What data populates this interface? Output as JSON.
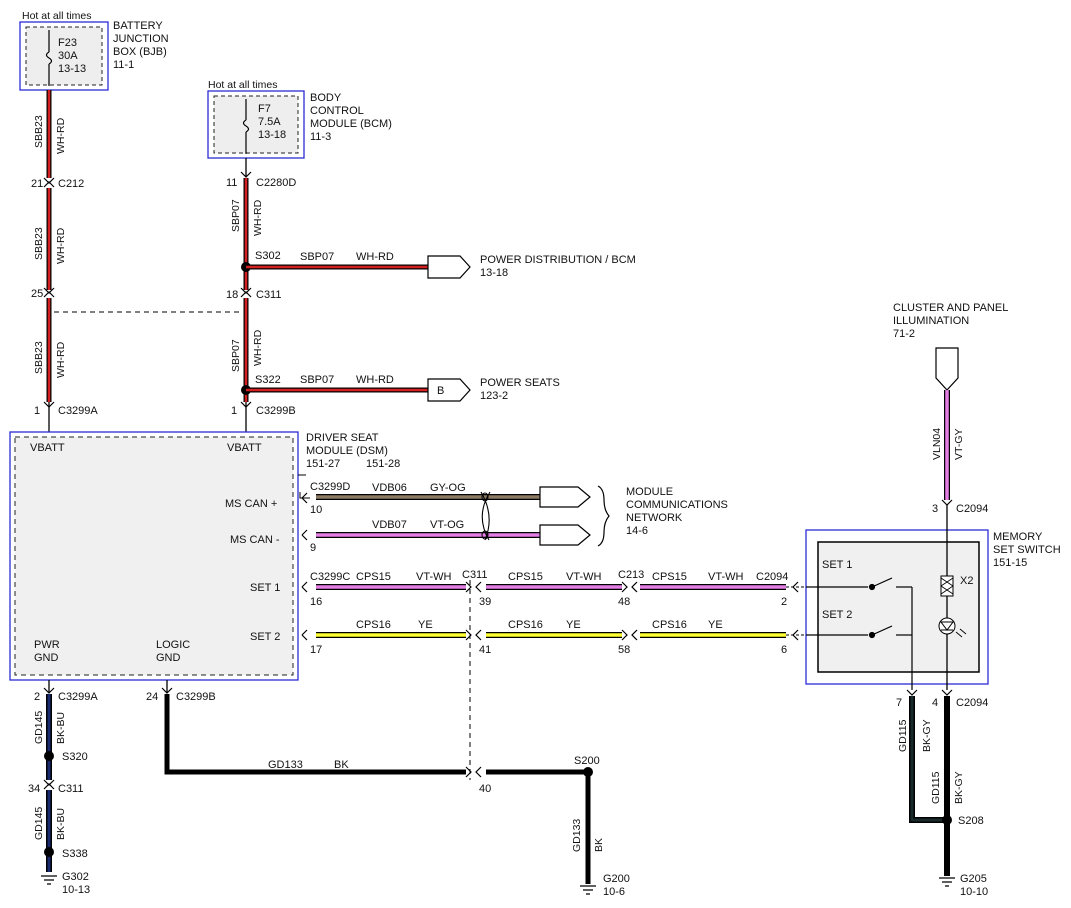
{
  "fuse_f23": {
    "hot": "Hot at all times",
    "name": "F23",
    "rating": "30A",
    "ref": "13-13",
    "module": [
      "BATTERY",
      "JUNCTION",
      "BOX (BJB)"
    ],
    "module_ref": "11-1"
  },
  "fuse_f7": {
    "hot": "Hot at all times",
    "name": "F7",
    "rating": "7.5A",
    "ref": "13-18",
    "module": [
      "BODY",
      "CONTROL",
      "MODULE (BCM)"
    ],
    "module_ref": "11-3"
  },
  "left_feed": {
    "seg1": {
      "circuit": "SBB23",
      "color": "WH-RD"
    },
    "c212": {
      "pin": "21",
      "name": "C212"
    },
    "seg2": {
      "circuit": "SBB23",
      "color": "WH-RD"
    },
    "c311": {
      "pin": "25"
    },
    "seg3": {
      "circuit": "SBB23",
      "color": "WH-RD"
    },
    "c3299a": {
      "pin": "1",
      "name": "C3299A"
    }
  },
  "bcm_feed": {
    "c2280d": {
      "pin": "11",
      "name": "C2280D"
    },
    "seg1": {
      "circuit": "SBP07",
      "color": "WH-RD"
    },
    "s302": {
      "name": "S302",
      "circuit": "SBP07",
      "color": "WH-RD"
    },
    "c311": {
      "pin": "18",
      "name": "C311"
    },
    "seg2": {
      "circuit": "SBP07",
      "color": "WH-RD"
    },
    "s322": {
      "name": "S322",
      "circuit": "SBP07",
      "color": "WH-RD"
    },
    "c3299b": {
      "pin": "1",
      "name": "C3299B"
    }
  },
  "dest_power_dist": {
    "name": "POWER DISTRIBUTION / BCM",
    "ref": "13-18"
  },
  "dest_power_seats": {
    "letter": "B",
    "name": "POWER SEATS",
    "ref": "123-2"
  },
  "dsm": {
    "title": [
      "DRIVER SEAT",
      "MODULE (DSM)"
    ],
    "refs": [
      "151-27",
      "151-28"
    ],
    "vbatt_left": "VBATT",
    "vbatt_right": "VBATT",
    "ms_can_plus": "MS CAN +",
    "ms_can_minus": "MS CAN -",
    "set1": "SET 1",
    "set2": "SET 2",
    "pwr_gnd": [
      "PWR",
      "GND"
    ],
    "logic_gnd": [
      "LOGIC",
      "GND"
    ]
  },
  "can": {
    "connector": "C3299D",
    "plus": {
      "pin": "10",
      "circuit": "VDB06",
      "color": "GY-OG"
    },
    "minus": {
      "pin": "9",
      "circuit": "VDB07",
      "color": "VT-OG"
    },
    "dest": [
      "MODULE",
      "COMMUNICATIONS",
      "NETWORK"
    ],
    "dest_ref": "14-6"
  },
  "set1_line": {
    "c3299c": {
      "name": "C3299C",
      "pin": "16"
    },
    "seg1": {
      "circuit": "CPS15",
      "color": "VT-WH"
    },
    "c311": {
      "name": "C311",
      "pin": "39"
    },
    "seg2": {
      "circuit": "CPS15",
      "color": "VT-WH"
    },
    "c213": {
      "name": "C213",
      "pin": "48"
    },
    "seg3": {
      "circuit": "CPS15",
      "color": "VT-WH"
    },
    "c2094": {
      "name": "C2094",
      "pin": "2"
    }
  },
  "set2_line": {
    "pin_dsm": "17",
    "seg1": {
      "circuit": "CPS16",
      "color": "YE"
    },
    "pin_c311": "41",
    "seg2": {
      "circuit": "CPS16",
      "color": "YE"
    },
    "pin_c213": "58",
    "seg3": {
      "circuit": "CPS16",
      "color": "YE"
    },
    "pin_c2094": "6"
  },
  "illum": {
    "name": [
      "CLUSTER AND PANEL",
      "ILLUMINATION"
    ],
    "ref": "71-2",
    "circuit": "VLN04",
    "color": "VT-GY",
    "pin": "3",
    "connector": "C2094"
  },
  "mss": {
    "title": [
      "MEMORY",
      "SET SWITCH"
    ],
    "ref": "151-15",
    "set1": "SET 1",
    "set2": "SET 2",
    "x2": "X2",
    "pin7": "7",
    "pin4": "4",
    "connector": "C2094"
  },
  "mss_gnd": {
    "seg_a": {
      "circuit": "GD115",
      "color": "BK-GY"
    },
    "seg_b": {
      "circuit": "GD115",
      "color": "BK-GY"
    },
    "splice": "S208",
    "ground": "G205",
    "ground_ref": "10-10"
  },
  "pwr_gnd": {
    "c3299a": {
      "pin": "2",
      "name": "C3299A"
    },
    "seg1": {
      "circuit": "GD145",
      "color": "BK-BU"
    },
    "s320": "S320",
    "c311": {
      "pin": "34",
      "name": "C311"
    },
    "seg2": {
      "circuit": "GD145",
      "color": "BK-BU"
    },
    "s338": "S338",
    "ground": "G302",
    "ground_ref": "10-13"
  },
  "logic_gnd": {
    "c3299b": {
      "pin": "24",
      "name": "C3299B"
    },
    "wire": {
      "circuit": "GD133",
      "color": "BK"
    },
    "c311_pin": "40",
    "splice": "S200",
    "drop": {
      "circuit": "GD133",
      "color": "BK"
    },
    "ground": "G200",
    "ground_ref": "10-6"
  },
  "colors": {
    "wh_rd": "#d42020",
    "vt": "#e27ee4",
    "ye": "#ffff33",
    "gy": "#8c7a62",
    "bk_bu": "#1a2a6e",
    "bk": "#000000",
    "module_border": "#2b2bd6",
    "module_fill": "#f0f0f0"
  }
}
